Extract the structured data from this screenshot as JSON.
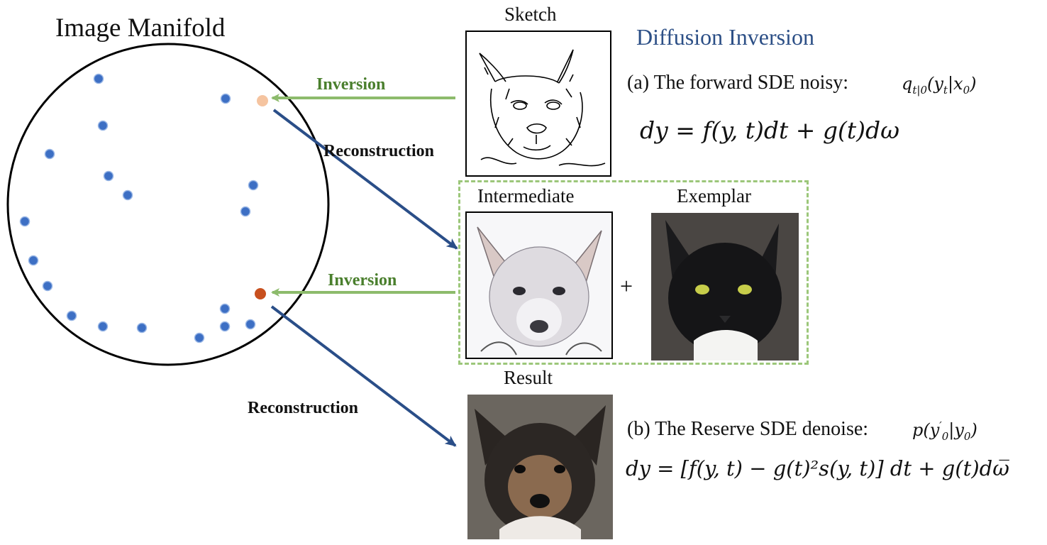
{
  "manifold": {
    "title": "Image Manifold"
  },
  "arrows": {
    "inversion_top": "Inversion",
    "reconstruction_top": "Reconstruction",
    "inversion_bottom": "Inversion",
    "reconstruction_bottom": "Reconstruction"
  },
  "images": {
    "sketch": "Sketch",
    "intermediate": "Intermediate",
    "exemplar": "Exemplar",
    "result": "Result",
    "plus": "+"
  },
  "panel": {
    "title": "Diffusion Inversion",
    "a_text": "(a) The forward SDE noisy:",
    "a_math": "q",
    "a_math_sub": "t|0",
    "a_math_rest": "(y",
    "a_math_sub2": "t",
    "a_math_rest2": "|x",
    "a_math_sub3": "0",
    "a_math_rest3": ")",
    "eq1": "dy = f(y, t)dt + g(t)dω",
    "b_text": "(b) The Reserve SDE denoise:",
    "b_math_prefix": "p(y",
    "b_math_sup": "′",
    "b_math_sub": "0",
    "b_math_mid": "|y",
    "b_math_sub2": "0",
    "b_math_end": ")",
    "eq2": "dy = [f(y, t) − g(t)²s(y, t)] dt + g(t)dω̅"
  },
  "colors": {
    "point": "#3d6fc4",
    "source_point_light": "#f5c4a0",
    "source_point_dark": "#c8501e",
    "inversion_arrow": "#8dbb6c",
    "reconstruction_arrow": "#2a4e88",
    "dashed_box": "#9cc77a"
  }
}
